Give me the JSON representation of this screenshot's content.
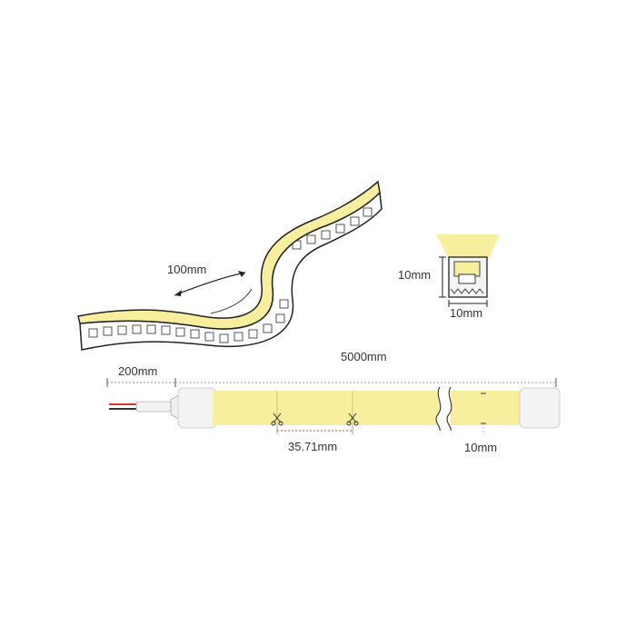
{
  "colors": {
    "led": "#f7ef9d",
    "led_edge": "#e8d96a",
    "housing": "#f4f4f4",
    "outline": "#222222",
    "dim_line": "#555555",
    "dashed": "#999999",
    "red_dashed": "#d04040",
    "wire_red": "#d33b2c"
  },
  "labels": {
    "bend_radius": "100mm",
    "cross_height": "10mm",
    "cross_width": "10mm",
    "total_length": "5000mm",
    "lead_length": "200mm",
    "cut_length": "35.71mm",
    "strip_width": "10mm"
  },
  "icons": {
    "cut_mark": "scissors-icon"
  }
}
